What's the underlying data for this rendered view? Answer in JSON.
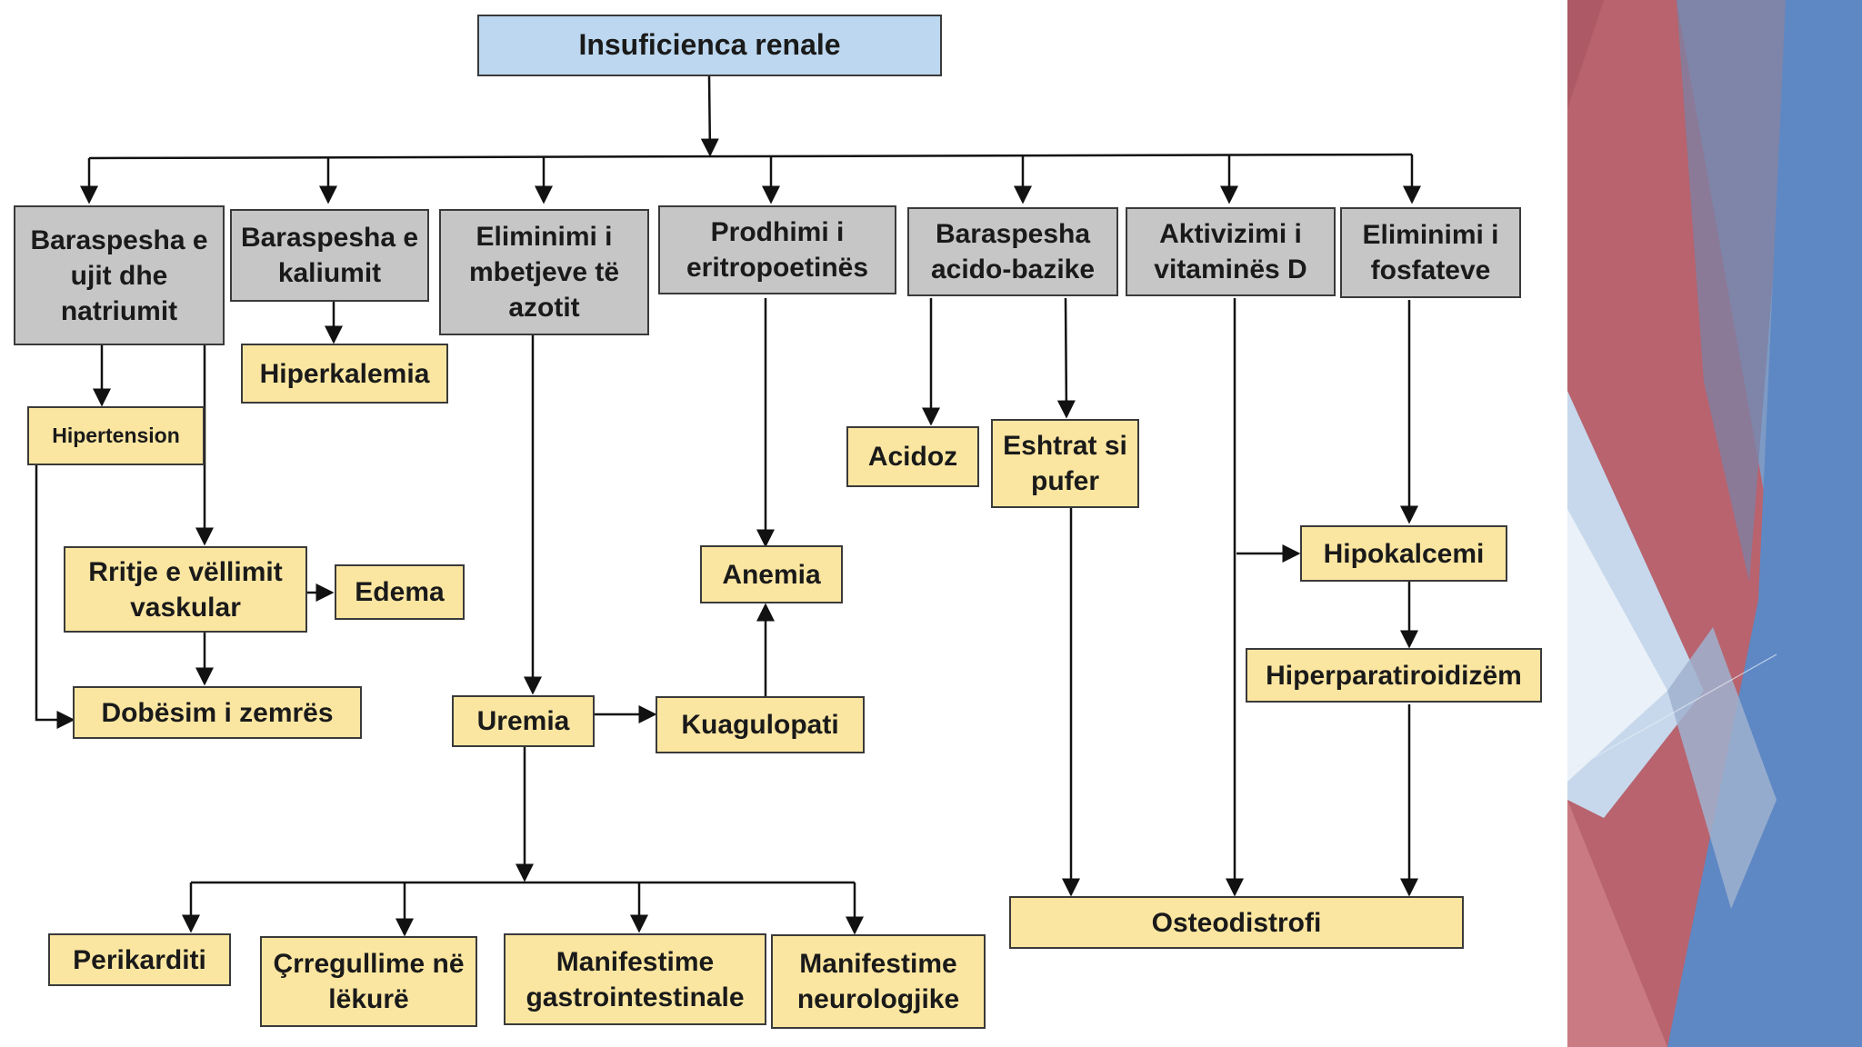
{
  "colors": {
    "top_fill": "#bcd7ef",
    "category_fill": "#c6c6c6",
    "effect_fill": "#fbe6a1",
    "border": "#3a3a3a",
    "deco_red": "#b4606a",
    "deco_blue": "#5f86c0"
  },
  "diagram": {
    "title": "Insuficienca renale",
    "categories": {
      "water_sodium": "Baraspesha e ujit dhe natriumit",
      "potassium": "Baraspesha e kaliumit",
      "nitrogen": "Eliminimi i mbetjeve të azotit",
      "erythropoietin": "Prodhimi i eritropoetinës",
      "acid_base": "Baraspesha acido-bazike",
      "vitamin_d": "Aktivizimi i vitaminës D",
      "phosphate": "Eliminimi i fosfateve"
    },
    "effects": {
      "hyperkalemia": "Hiperkalemia",
      "hypertension": "Hipertension",
      "vascular_volume": "Rritje e vëllimit vaskular",
      "edema": "Edema",
      "heart_failure": "Dobësim i zemrës",
      "uremia": "Uremia",
      "coagulopathy": "Kuagulopati",
      "anemia": "Anemia",
      "acidosis": "Acidoz",
      "buffer_salts": "Eshtrat si pufer",
      "hypocalcemia": "Hipokalcemi",
      "hyperparathyroidism": "Hiperparatiroidizëm",
      "osteodystrophy": "Osteodistrofi",
      "pericarditis": "Perikarditi",
      "skin_disorders": "Çrregullime në lëkurë",
      "gi_manifestations": "Manifestime gastrointestinale",
      "neuro_manifestations": "Manifestime neurologjike"
    }
  }
}
